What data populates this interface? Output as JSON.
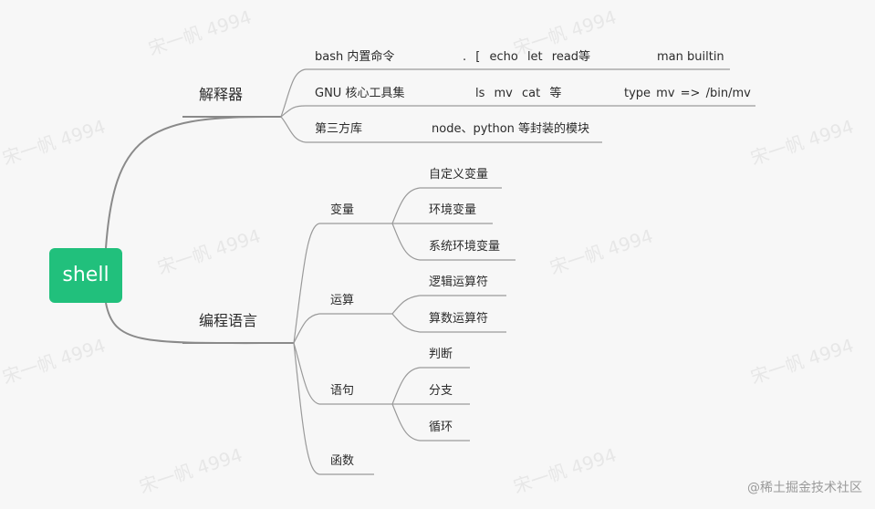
{
  "root": {
    "label": "shell"
  },
  "branches": [
    {
      "label": "解释器",
      "children": [
        {
          "label": "bash 内置命令",
          "examples": [
            ". [ echo let read等",
            "man builtin"
          ]
        },
        {
          "label": "GNU 核心工具集",
          "examples": [
            "ls mv cat 等",
            "type mv => /bin/mv"
          ]
        },
        {
          "label": "第三方库",
          "examples": [
            "node、python 等封装的模块"
          ]
        }
      ]
    },
    {
      "label": "编程语言",
      "children": [
        {
          "label": "变量",
          "children": [
            {
              "label": "自定义变量"
            },
            {
              "label": "环境变量"
            },
            {
              "label": "系统环境变量"
            }
          ]
        },
        {
          "label": "运算",
          "children": [
            {
              "label": "逻辑运算符"
            },
            {
              "label": "算数运算符"
            }
          ]
        },
        {
          "label": "语句",
          "children": [
            {
              "label": "判断"
            },
            {
              "label": "分支"
            },
            {
              "label": "循环"
            }
          ]
        },
        {
          "label": "函数",
          "children": []
        }
      ]
    }
  ],
  "watermark": "宋一帆 4994",
  "credit": "@稀土掘金技术社区",
  "colors": {
    "root_fill": "#21c07c",
    "root_text": "#ffffff",
    "connector": "#8a8a8a"
  }
}
